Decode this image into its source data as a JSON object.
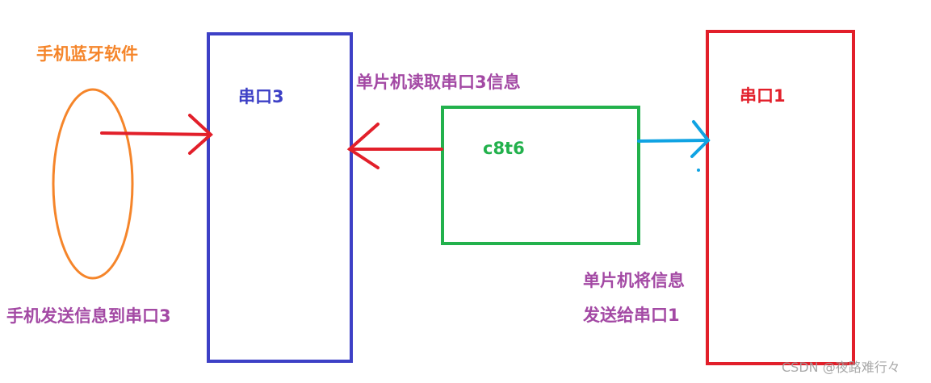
{
  "labels": {
    "phone_app": "手机蓝牙软件",
    "uart3": "串口3",
    "mcu_read": "单片机读取串口3信息",
    "mcu_chip": "c8t6",
    "uart1": "串口1",
    "mcu_send_line1": "单片机将信息",
    "mcu_send_line2": "发送给串口1",
    "phone_send": "手机发送信息到串口3",
    "watermark": "CSDN @夜路难行々"
  },
  "colors": {
    "phone": "#f5852a",
    "uart3": "#3d40c6",
    "uart1": "#e21f2a",
    "mcu": "#22b14c",
    "annotation": "#a349a4",
    "arrow_red": "#e21f2a",
    "arrow_blue": "#10a3e3",
    "watermark": "#a0a0a0"
  }
}
